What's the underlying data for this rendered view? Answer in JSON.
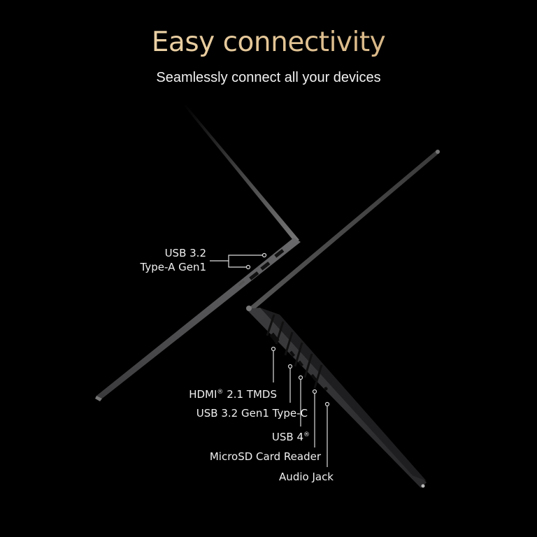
{
  "header": {
    "title": "Easy connectivity",
    "subtitle": "Seamlessly connect all your devices"
  },
  "colors": {
    "background": "#000000",
    "title_gold": "#e8cda0",
    "label_text": "#f0f0f0",
    "laptop_body": "#2e2e30"
  },
  "left_side_ports": {
    "label_line1": "USB 3.2",
    "label_line2": "Type-A Gen1"
  },
  "right_side_ports": [
    {
      "label": "HDMI",
      "mark": "®",
      "suffix": " 2.1 TMDS"
    },
    {
      "label": "USB 3.2 Gen1 Type-C"
    },
    {
      "label": "USB 4",
      "mark": "®"
    },
    {
      "label": "MicroSD Card Reader"
    },
    {
      "label": "Audio Jack"
    }
  ]
}
